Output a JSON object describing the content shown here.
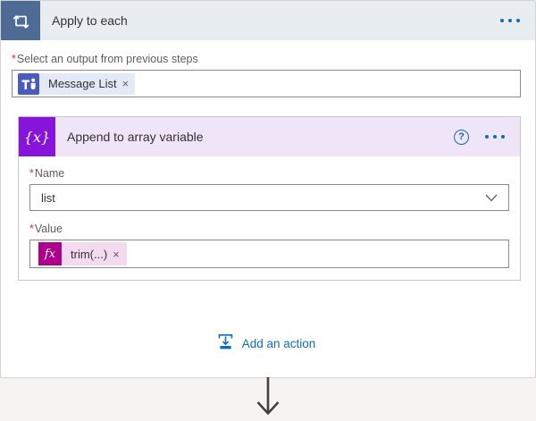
{
  "scope": {
    "title": "Apply to each",
    "select_output_label": "Select an output from previous steps",
    "token_text": "Message List"
  },
  "action": {
    "title": "Append to array variable",
    "name_label": "Name",
    "name_value": "list",
    "value_label": "Value",
    "value_token": "trim(...)"
  },
  "footer": {
    "add_action_label": "Add an action"
  },
  "glyphs": {
    "required_mark": "*",
    "close": "×",
    "variable_icon": "{x}",
    "expression_icon": "fx",
    "help_icon": "?"
  },
  "icons": [
    "loop-icon",
    "teams-icon",
    "variable-icon",
    "expression-icon",
    "help-icon",
    "more-options-icon",
    "chevron-down-icon",
    "add-action-icon",
    "flow-arrow-down-icon",
    "remove-token-icon"
  ],
  "colors": {
    "scope_header_bg": "#e8edf2",
    "scope_icon_bg": "#4d6b95",
    "action_header_bg": "#f0e4f8",
    "action_icon_bg": "#8614da",
    "expression_icon_bg": "#ad008c",
    "expression_token_bg": "#f3daef",
    "dynamic_token_bg": "#e4e9f7",
    "teams_icon_bg": "#4b5bbd",
    "accent_blue": "#0f6cbd",
    "required_red": "#d13438",
    "arrow_gray": "#424242",
    "canvas_bg": "#f5f4f2",
    "input_border": "#8c8a88"
  }
}
